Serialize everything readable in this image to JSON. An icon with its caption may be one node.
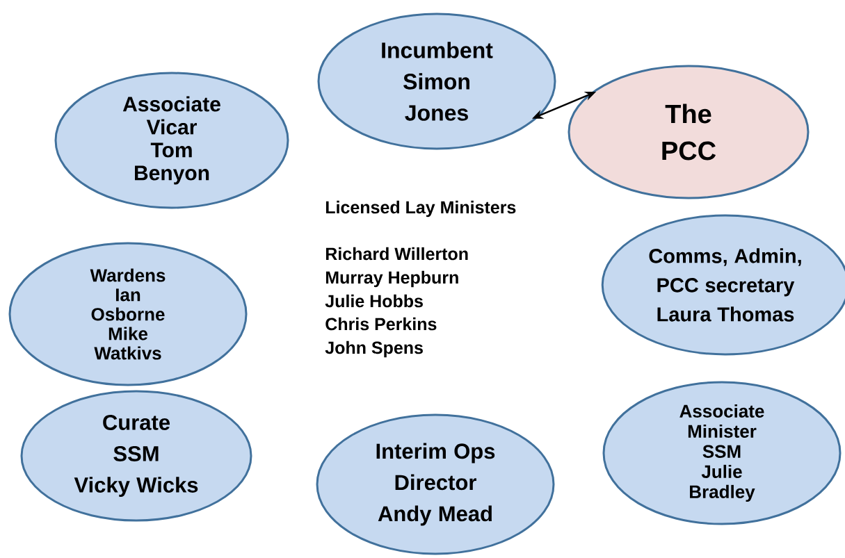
{
  "diagram": {
    "nodes": [
      {
        "text": [
          "Incumbent Simon Jones"
        ]
      },
      {
        "text": [
          "The PCC"
        ]
      },
      {
        "text": [
          "Associate Vicar Tom Benyon"
        ]
      },
      {
        "text": [
          "Wardens Ian Osborne Mike Watkivs"
        ]
      },
      {
        "text": [
          "Comms, Admin, PCC secretary Laura Thomas"
        ]
      },
      {
        "text": [
          "Curate SSM Vicky Wicks"
        ]
      },
      {
        "text": [
          "Interim Ops Director Andy Mead"
        ]
      },
      {
        "text": [
          "Associate Minister SSM Julie Bradley"
        ]
      }
    ],
    "edges": [
      {
        "from": 0,
        "to": 1,
        "arrow": "both"
      }
    ],
    "labels": [
      "Licensed Lay Ministers",
      "Richard Willerton",
      "Murray Hepburn",
      "Julie Hobbs",
      "Chris Perkins",
      "John Spens"
    ]
  }
}
